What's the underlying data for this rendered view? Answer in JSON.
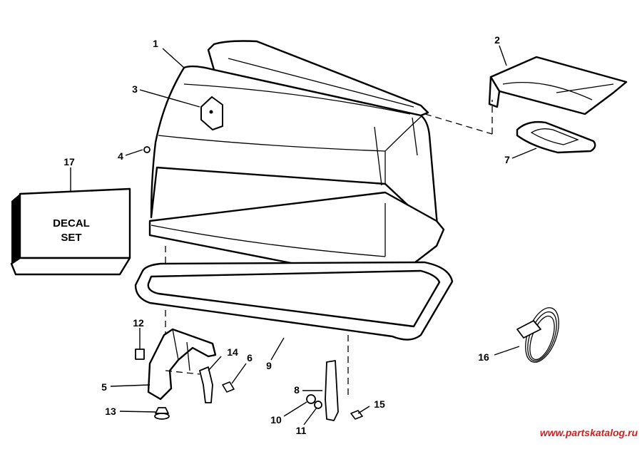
{
  "callouts": {
    "c1": "1",
    "c2": "2",
    "c3": "3",
    "c4": "4",
    "c5": "5",
    "c6": "6",
    "c7": "7",
    "c8": "8",
    "c9": "9",
    "c10": "10",
    "c11": "11",
    "c12": "12",
    "c13": "13",
    "c14": "14",
    "c15": "15",
    "c16": "16",
    "c17": "17"
  },
  "decal_box": {
    "line1": "DECAL",
    "line2": "SET"
  },
  "watermark": "www.partskatalog.ru"
}
